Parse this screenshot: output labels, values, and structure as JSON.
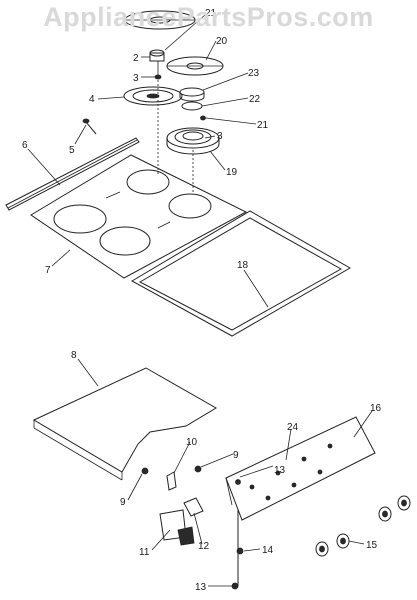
{
  "watermark": "AppliancePartsPros.com",
  "callouts": {
    "c2": "2",
    "c3a": "3",
    "c3b": "3",
    "c4": "4",
    "c5": "5",
    "c6": "6",
    "c7": "7",
    "c8": "8",
    "c9a": "9",
    "c9b": "9",
    "c10": "10",
    "c11": "11",
    "c12": "12",
    "c13a": "13",
    "c13b": "13",
    "c14": "14",
    "c15": "15",
    "c16": "16",
    "c18": "18",
    "c19": "19",
    "c20": "20",
    "c21a": "21",
    "c21b": "21",
    "c22": "22",
    "c23": "23",
    "c24": "24"
  }
}
